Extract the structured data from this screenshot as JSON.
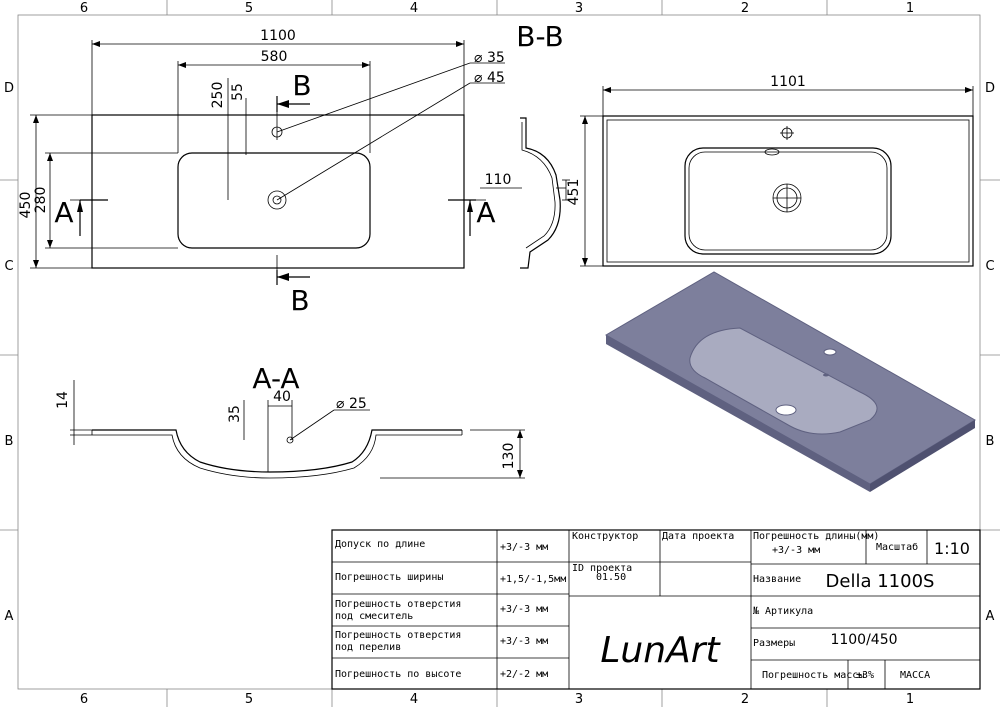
{
  "zones": {
    "columns": [
      "6",
      "5",
      "4",
      "3",
      "2",
      "1"
    ],
    "rows": [
      "D",
      "C",
      "B",
      "A"
    ]
  },
  "views": {
    "section_bb": "B-B",
    "section_aa": "A-A",
    "cut_label_b": "B",
    "cut_label_a": "A"
  },
  "dimensions": {
    "top_width": "1100",
    "bowl_width": "580",
    "hole_35": "35",
    "hole_45": "45",
    "dim_250": "250",
    "dim_55": "55",
    "depth_450": "450",
    "depth_280": "280",
    "dim_110": "110",
    "front_width": "1101",
    "front_depth": "451",
    "aa_14": "14",
    "aa_40": "40",
    "aa_35": "35",
    "aa_25": "25",
    "aa_130": "130",
    "diameter_symbol": "⌀"
  },
  "title_block": {
    "left_rows": [
      {
        "label": "Допуск по длине",
        "value": "+3/-3 мм"
      },
      {
        "label": "Погрешность ширины",
        "value": "+1,5/-1,5мм"
      },
      {
        "label": "Погрешность отверстия под смеситель",
        "label1": "Погрешность отверстия",
        "label2": "под смеситель",
        "value": "+3/-3 мм"
      },
      {
        "label": "Погрешность отверстия под перелив",
        "label1": "Погрешность отверстия",
        "label2": "под перелив",
        "value": "+3/-3 мм"
      },
      {
        "label": "Погрешность по высоте",
        "value": "+2/-2 мм"
      }
    ],
    "designer_label": "Конструктор",
    "project_date_label": "Дата проекта",
    "project_id_label": "ID проекта",
    "project_id_value": "01.50",
    "length_tolerance_label": "Погрешность длины(мм)",
    "length_tolerance_value": "+3/-3 мм",
    "scale_label": "Масштаб",
    "scale_value": "1:10",
    "name_label": "Название",
    "name_value": "Della 1100S",
    "article_label": "№ Артикула",
    "size_label": "Размеры",
    "size_value": "1100/450",
    "mass_tolerance_label": "Погрешность массы",
    "mass_tolerance_value": "±3%",
    "mass_label": "МАССА",
    "signature": "LunArt"
  },
  "colors": {
    "render_top": "#7d7f9c",
    "render_bowl": "#a9abc0",
    "render_edge": "#5f6180"
  }
}
